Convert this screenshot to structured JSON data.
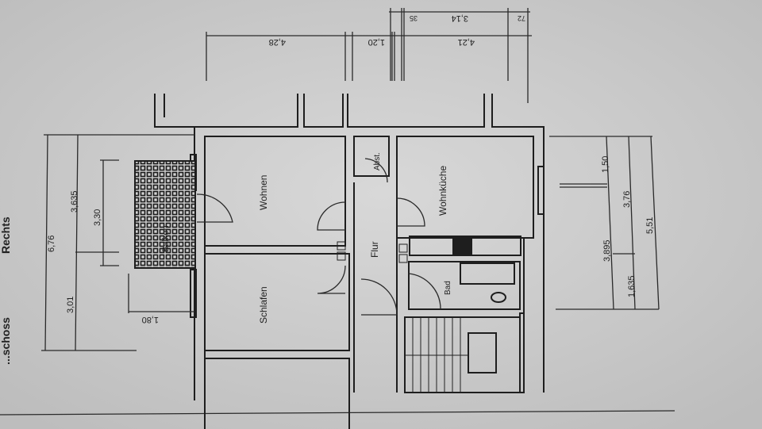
{
  "header": {
    "side_label": "Rechts",
    "partial_label": "...schoss"
  },
  "rooms": {
    "wohnen": "Wohnen",
    "schlafen": "Schlafen",
    "balkon": "Balkon",
    "flur": "Flur",
    "abst": "Abst.",
    "wohnkueche": "Wohnküche",
    "bad": "Bad"
  },
  "dimensions": {
    "left_total": "6,76",
    "left_upper": "3,635",
    "left_lower": "3,01",
    "balkon_length": "3,30",
    "balkon_depth": "1,80",
    "top_left": "4,28",
    "top_mid": "1,20",
    "top_right": "4,21",
    "top_small_a": "35",
    "top_upper": "3,14",
    "top_small_b": "72",
    "right_a": "1,50",
    "right_b": "3,895",
    "right_c": "3,76",
    "right_d": "1,635",
    "right_total": "5,51"
  },
  "colors": {
    "paper": "#cfcfcf",
    "ink": "#1e1e1e"
  }
}
